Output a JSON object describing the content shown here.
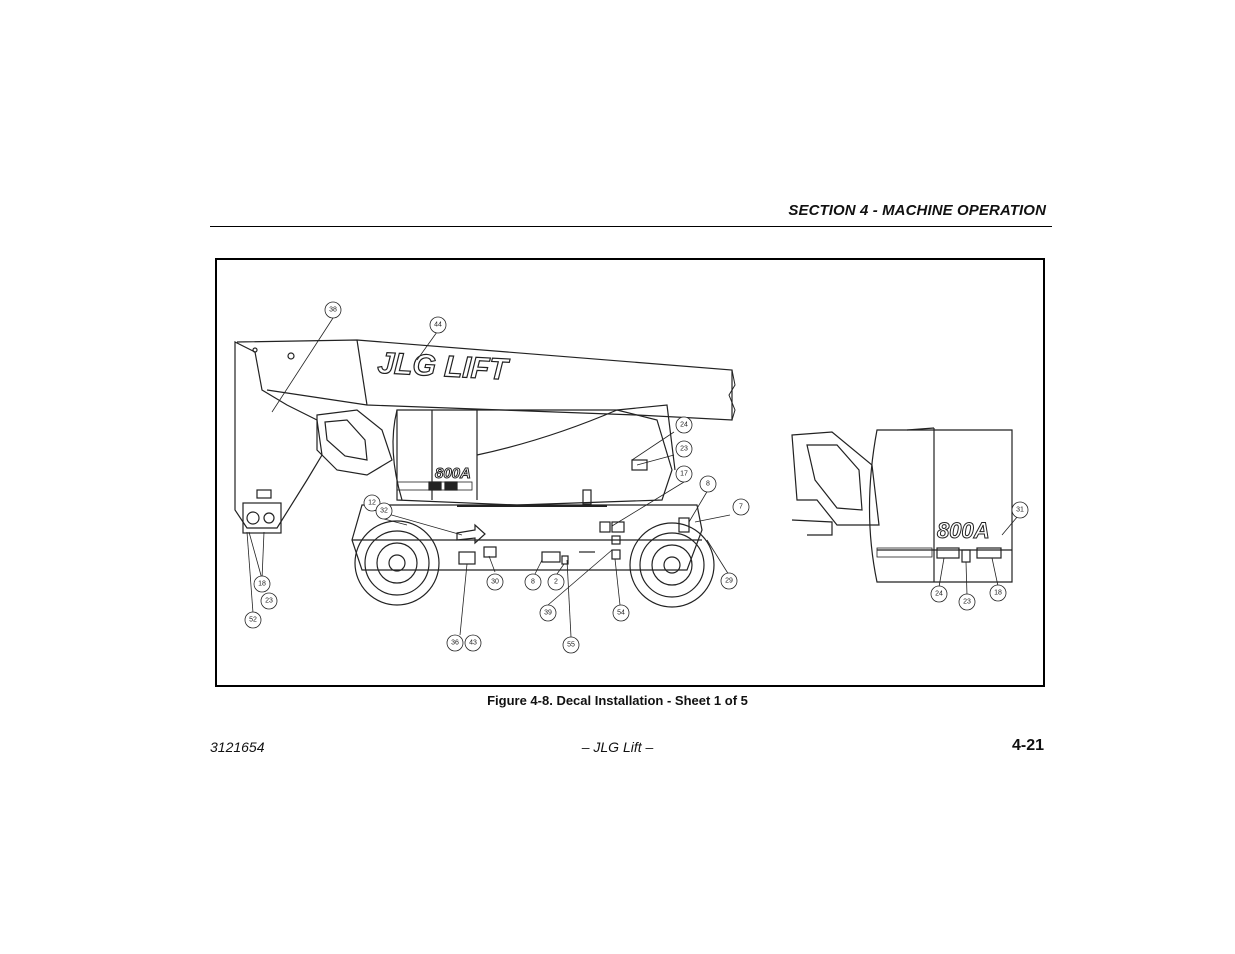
{
  "header": {
    "section_title": "SECTION 4 - MACHINE OPERATION"
  },
  "figure": {
    "caption": "Figure 4-8. Decal Installation - Sheet 1 of 5",
    "boom_logo": "JLG LIFT",
    "model_label": "800A",
    "callouts_main": [
      "38",
      "44",
      "24",
      "23",
      "17",
      "8",
      "7",
      "12",
      "32",
      "30",
      "8",
      "2",
      "39",
      "55",
      "54",
      "29",
      "36",
      "43",
      "18",
      "23",
      "52"
    ],
    "callouts_detail": [
      "31",
      "24",
      "23",
      "18"
    ]
  },
  "footer": {
    "doc_number": "3121654",
    "center_text": "– JLG Lift –",
    "page_number": "4-21"
  }
}
